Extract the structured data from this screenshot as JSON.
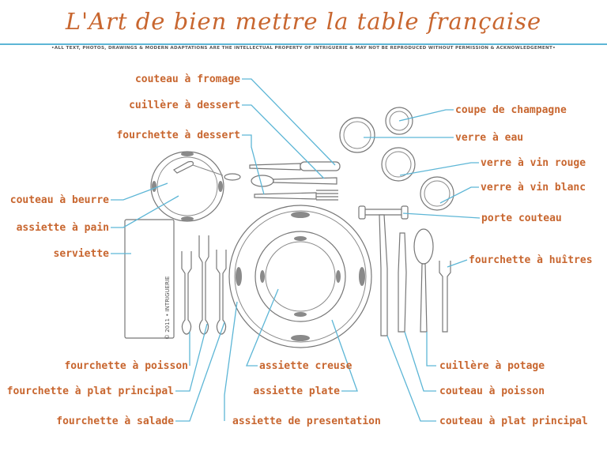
{
  "title": "L'Art de bien mettre la table française",
  "notice": "•ALL TEXT, PHOTOS, DRAWINGS & MODERN ADAPTATIONS ARE THE INTELLECTUAL PROPERTY OF INTRIGUERIE & MAY NOT BE REPRODUCED WITHOUT PERMISSION & ACKNOWLEDGEMENT•",
  "copyright": "© 2011 • INTRIGUERIE",
  "colors": {
    "title": "#c8662f",
    "label": "#c8662f",
    "leader": "#5db6d6",
    "outline": "#777777"
  },
  "labels": {
    "couteau_fromage": "couteau à fromage",
    "cuillere_dessert": "cuillère à dessert",
    "fourchette_dessert": "fourchette à dessert",
    "couteau_beurre": "couteau à beurre",
    "assiette_pain": "assiette à pain",
    "serviette": "serviette",
    "coupe_champagne": "coupe de champagne",
    "verre_eau": "verre à eau",
    "verre_vin_rouge": "verre à vin rouge",
    "verre_vin_blanc": "verre à vin blanc",
    "porte_couteau": "porte couteau",
    "fourchette_huitres": "fourchette à huîtres",
    "fourchette_poisson": "fourchette à poisson",
    "fourchette_plat": "fourchette à plat principal",
    "fourchette_salade": "fourchette à salade",
    "assiette_creuse": "assiette creuse",
    "assiette_plate": "assiette plate",
    "assiette_presentation": "assiette de presentation",
    "cuillere_potage": "cuillère à potage",
    "couteau_poisson": "couteau à poisson",
    "couteau_plat": "couteau à plat principal"
  }
}
